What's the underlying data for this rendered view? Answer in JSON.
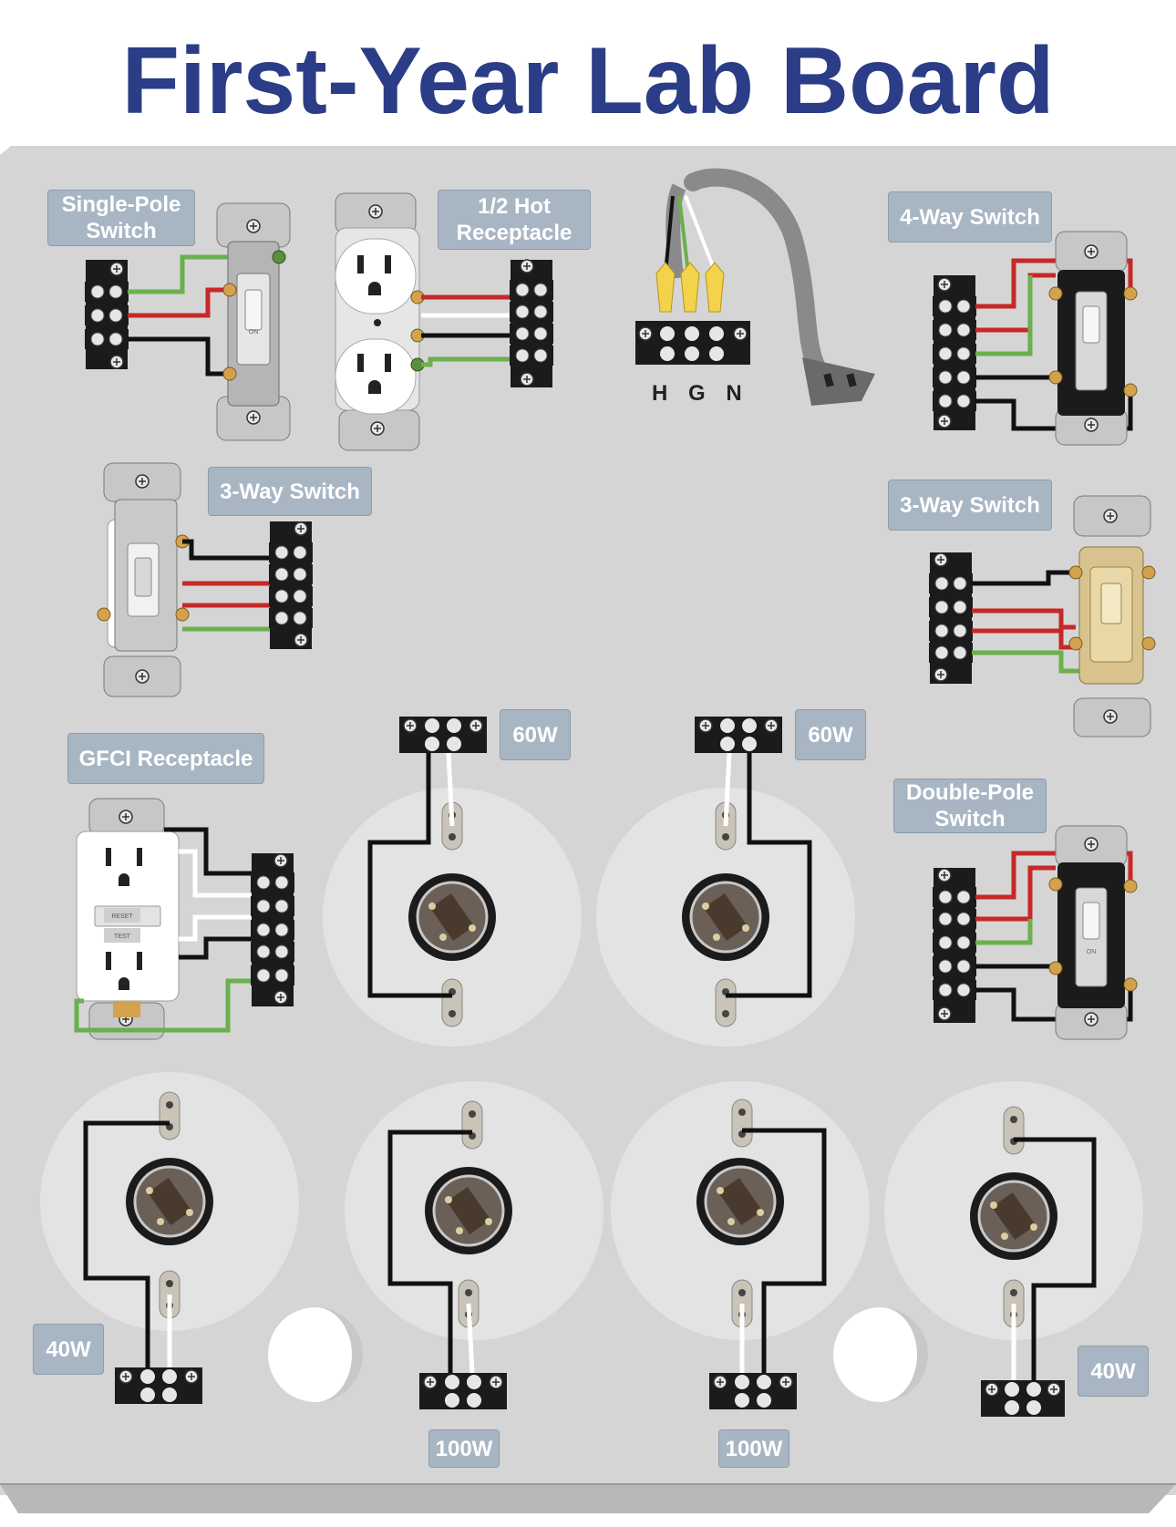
{
  "title": "First-Year Lab Board",
  "colors": {
    "title": "#2b3d86",
    "board": "#d5d5d5",
    "label_bg": "#a8b6c4",
    "wire_hot": "#c62828",
    "wire_ground": "#6ab04c",
    "wire_neutral": "#ffffff",
    "wire_black": "#111111"
  },
  "labels": {
    "single_pole": "Single-Pole Switch",
    "half_hot": "1/2 Hot Receptacle",
    "four_way": "4-Way Switch",
    "three_way_left": "3-Way Switch",
    "three_way_right": "3-Way Switch",
    "gfci": "GFCI Receptacle",
    "double_pole": "Double-Pole Switch",
    "hgn": "H G N",
    "lamp_60_left": "60W",
    "lamp_60_right": "60W",
    "lamp_40_left": "40W",
    "lamp_100_left": "100W",
    "lamp_100_right": "100W",
    "lamp_40_right": "40W"
  },
  "device_text": {
    "switch_on": "ON",
    "gfci_reset": "RESET",
    "gfci_test": "TEST"
  }
}
